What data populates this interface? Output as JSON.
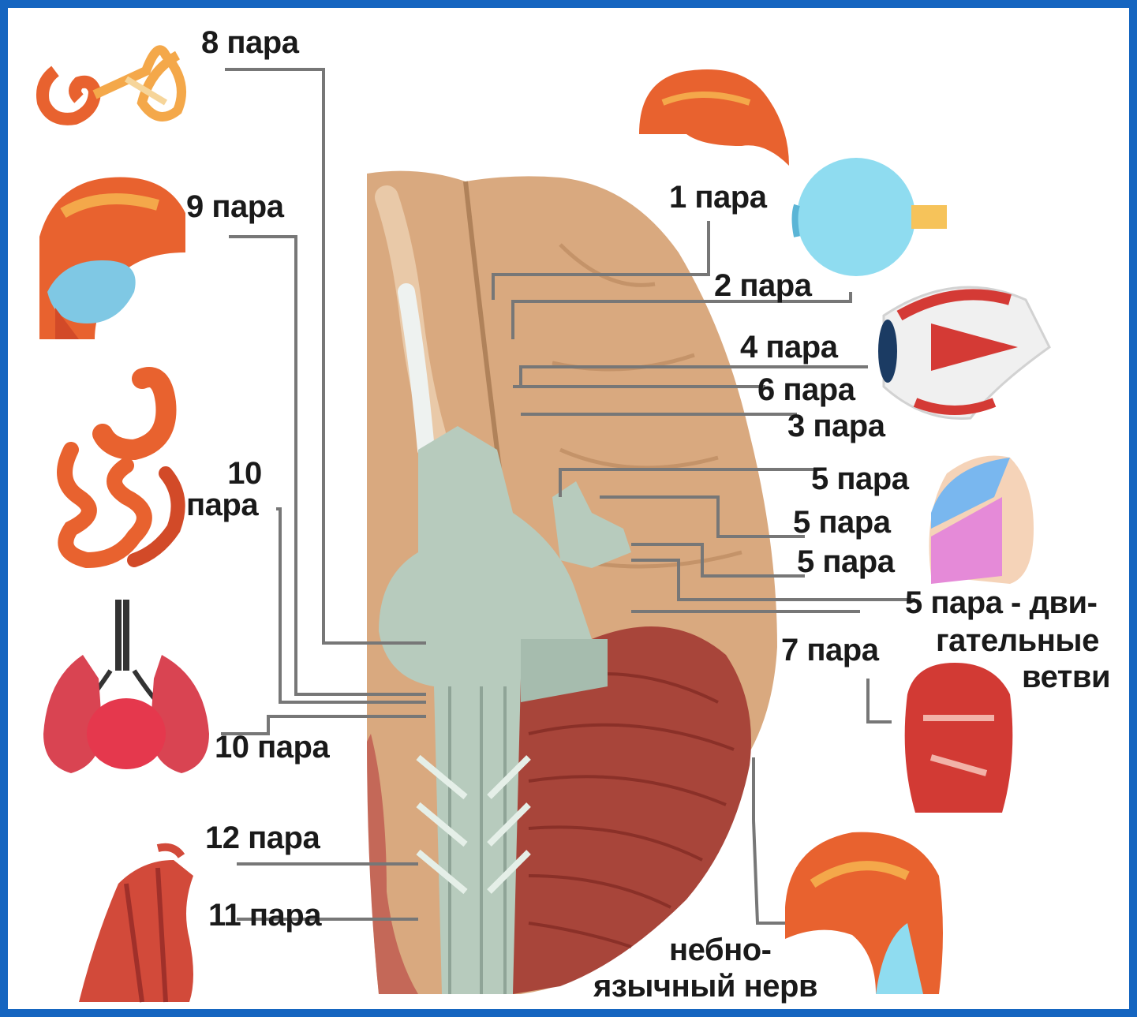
{
  "labels": {
    "p8": "8 пара",
    "p9": "9 пара",
    "p10a": "10",
    "p10b": "пара",
    "p10c": "10 пара",
    "p12": "12 пара",
    "p11": "11 пара",
    "p1": "1 пара",
    "p2": "2 пара",
    "p4": "4 пара",
    "p6": "6 пара",
    "p3": "3 пара",
    "p5a": "5 пара",
    "p5b": "5 пара",
    "p5c": "5 пара",
    "p5d1": "5 пара - дви-",
    "p5d2": "гательные",
    "p5d3": "ветви",
    "p7": "7 пара",
    "nb1": "небно-",
    "nb2": "язычный нерв"
  },
  "colors": {
    "frame": "#1565c0",
    "background": "#ffffff",
    "brain": "#d9a97f",
    "cerebellum": "#a8453a",
    "brainstem": "#b7cbbd",
    "leader_lines": "#777777",
    "organ_red": "#e8622f",
    "eye_blue": "#8fdcf0"
  },
  "icons": [
    "ear-icon",
    "throat-icon",
    "stomach-intestine-icon",
    "lungs-heart-icon",
    "neck-muscles-icon",
    "nose-icon",
    "eyeball-icon",
    "eye-muscles-icon",
    "face-skin-icon",
    "face-muscles-icon",
    "mouth-tongue-icon"
  ]
}
